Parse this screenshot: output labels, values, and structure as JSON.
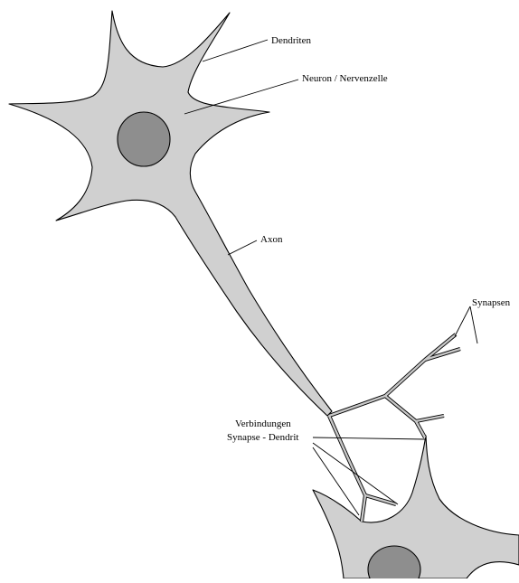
{
  "labels": {
    "dendriten": "Dendriten",
    "neuron": "Neuron / Nervenzelle",
    "axon": "Axon",
    "synapsen": "Synapsen",
    "verbindungen_line1": "Verbindungen",
    "verbindungen_line2": "Synapse - Dendrit"
  },
  "colors": {
    "cell_body": "#d0d0d0",
    "nucleus": "#8e8e8e",
    "outline": "#000000",
    "background": "#ffffff"
  }
}
